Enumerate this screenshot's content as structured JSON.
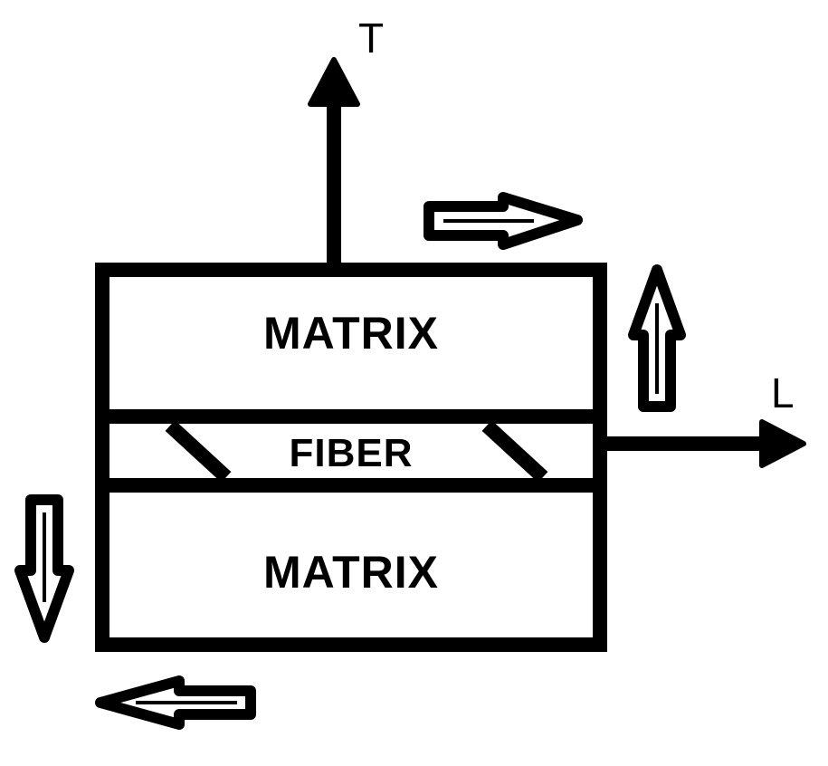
{
  "axes": {
    "transverse_label": "T",
    "longitudinal_label": "L"
  },
  "layers": {
    "top": "MATRIX",
    "middle": "FIBER",
    "bottom": "MATRIX"
  },
  "shear_arrows": [
    {
      "name": "top-right",
      "direction": "right"
    },
    {
      "name": "right-up",
      "direction": "up"
    },
    {
      "name": "left-down",
      "direction": "down"
    },
    {
      "name": "bottom-left",
      "direction": "left"
    }
  ],
  "colors": {
    "stroke": "#000000",
    "background": "#ffffff"
  }
}
